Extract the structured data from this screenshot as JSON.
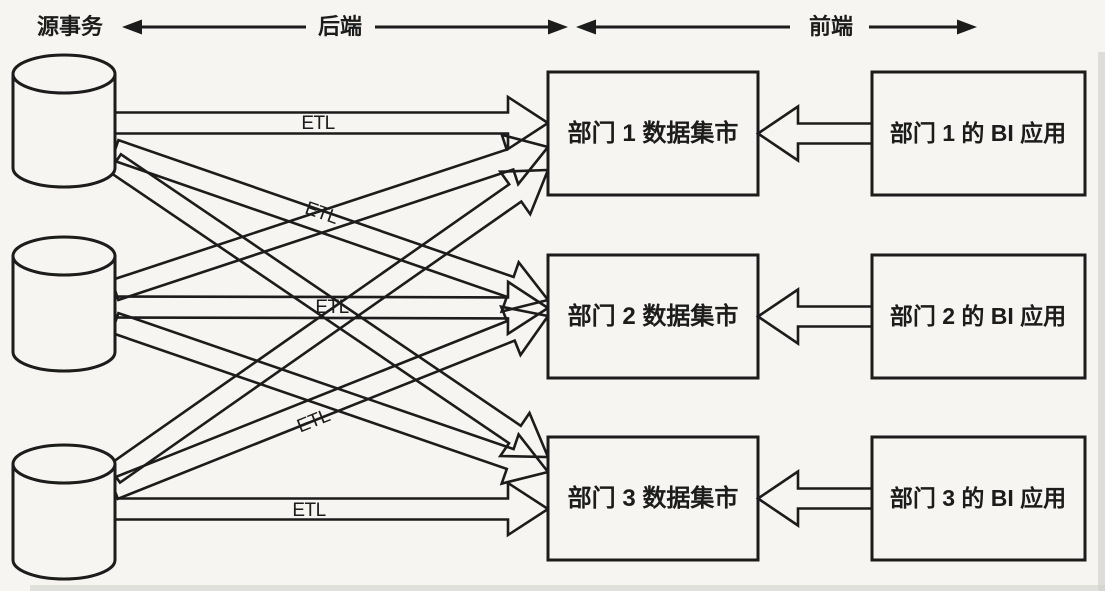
{
  "diagram": {
    "source_label": "源事务",
    "backend_label": "后端",
    "frontend_label": "前端",
    "etl_label": "ETL",
    "data_marts": [
      {
        "label": "部门 1 数据集市"
      },
      {
        "label": "部门 2 数据集市"
      },
      {
        "label": "部门 3 数据集市"
      }
    ],
    "bi_apps": [
      {
        "label": "部门 1 的 BI 应用"
      },
      {
        "label": "部门 2 的 BI 应用"
      },
      {
        "label": "部门 3 的 BI 应用"
      }
    ],
    "colors": {
      "line": "#1c1c1c",
      "background": "#f6f5f1"
    }
  }
}
